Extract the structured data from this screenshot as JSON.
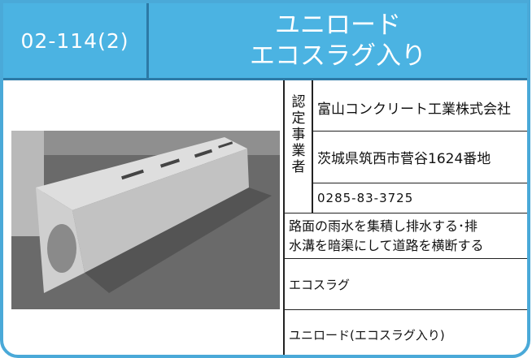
{
  "header": {
    "code": "02-114(2)",
    "title_line1": "ユニロード",
    "title_line2": "エコスラグ入り"
  },
  "certified_label_chars": [
    "認",
    "定",
    "事",
    "業",
    "者"
  ],
  "company": {
    "name": "富山コンクリート工業株式会社",
    "address": "茨城県筑西市菅谷1624番地",
    "phone": "0285-83-3725"
  },
  "usage": {
    "line1": "路面の雨水を集積し排水する･排",
    "line2": "水溝を暗渠にして道路を横断する"
  },
  "material": "エコスラグ",
  "product_name": "ユニロード(エコスラグ入り)",
  "colors": {
    "header_bg": "#4bb3e2",
    "frame": "#4aa9d8"
  }
}
